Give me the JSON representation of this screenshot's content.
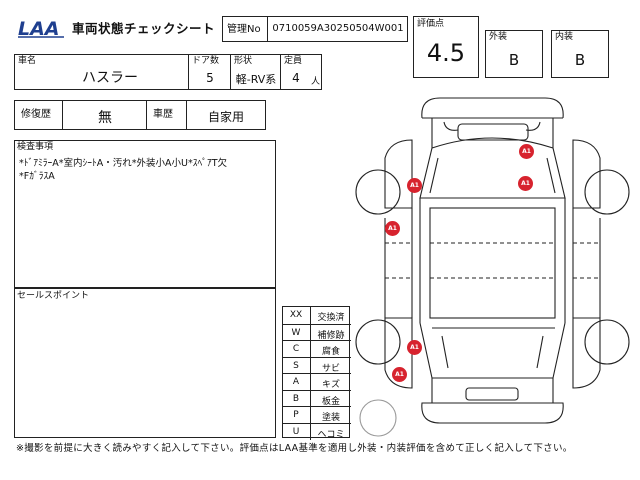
{
  "header": {
    "title": "車両状態チェックシート",
    "mgmt_label": "管理No",
    "mgmt_value": "0710059A30250504W001"
  },
  "grade": {
    "score_label": "評価点",
    "score_value": "4.5",
    "exterior_label": "外装",
    "exterior_value": "B",
    "interior_label": "内装",
    "interior_value": "B"
  },
  "vehicle": {
    "name_label": "車名",
    "name_value": "ハスラー",
    "doors_label": "ドア数",
    "doors_value": "5",
    "shape_label": "形状",
    "shape_value": "軽-RV系",
    "capacity_label": "定員",
    "capacity_value": "4",
    "capacity_unit": "人"
  },
  "history": {
    "repair_label": "修復歴",
    "repair_value": "無",
    "usage_label": "車歴",
    "usage_value": "自家用"
  },
  "inspection": {
    "label": "検査事項",
    "line1": "*ﾄﾞｱﾐﾗｰA*室内ｼｰﾄA・汚れ*外装小A小U*ｽﾍﾟｱT欠",
    "line2": "*FｶﾞﾗｽA"
  },
  "sales": {
    "label": "セールスポイント"
  },
  "legend": [
    {
      "code": "XX",
      "desc": "交換済"
    },
    {
      "code": "W",
      "desc": "補修跡"
    },
    {
      "code": "C",
      "desc": "腐食"
    },
    {
      "code": "S",
      "desc": "サビ"
    },
    {
      "code": "A",
      "desc": "キズ"
    },
    {
      "code": "B",
      "desc": "板金"
    },
    {
      "code": "P",
      "desc": "塗装"
    },
    {
      "code": "U",
      "desc": "ヘコミ"
    }
  ],
  "damage_marks": [
    {
      "id": "hood",
      "label": "A1"
    },
    {
      "id": "front-left-fender",
      "label": "A1"
    },
    {
      "id": "front-right",
      "label": "A1"
    },
    {
      "id": "left-front-door",
      "label": "A1"
    },
    {
      "id": "left-rear-door",
      "label": "A1"
    },
    {
      "id": "rear-left-quarter",
      "label": "A1"
    }
  ],
  "footer": {
    "note": "※撮影を前提に大きく読みやすく記入して下さい。評価点はLAA基準を適用し外装・内装評価を含めて正しく記入して下さい。"
  },
  "colors": {
    "brand_blue": "#1f3f8f",
    "damage_red": "#d7232e"
  }
}
